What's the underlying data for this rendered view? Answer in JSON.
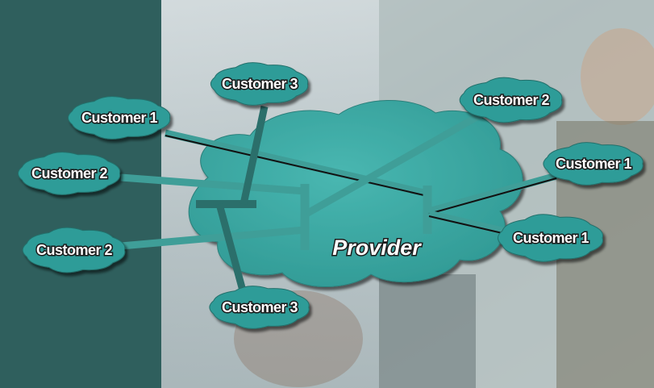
{
  "provider": {
    "label": "Provider"
  },
  "customers": [
    {
      "id": "c3-top",
      "label": "Customer 3"
    },
    {
      "id": "c1-left",
      "label": "Customer 1"
    },
    {
      "id": "c2-left-top",
      "label": "Customer 2"
    },
    {
      "id": "c2-left-bot",
      "label": "Customer 2"
    },
    {
      "id": "c3-bottom",
      "label": "Customer 3"
    },
    {
      "id": "c2-right",
      "label": "Customer 2"
    },
    {
      "id": "c1-right-top",
      "label": "Customer 1"
    },
    {
      "id": "c1-right-bot",
      "label": "Customer 1"
    }
  ],
  "colors": {
    "left_panel": "#2f5f5d",
    "cloud_fill": "#2f9c98",
    "provider_fill": "#3aa9a4",
    "link_color": "#3f9e98",
    "dark_link_color": "#2b6f6b",
    "black_link": "#111111"
  }
}
